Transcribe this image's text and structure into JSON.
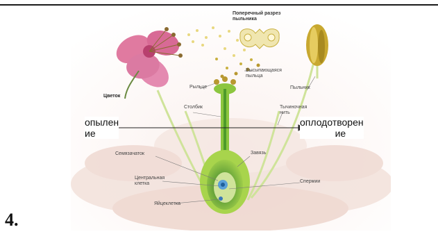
{
  "slide_number": "4.",
  "labels": {
    "flower": "Цветок",
    "anther_section": "Поперечный разрез\nпыльника",
    "spilling_pollen": "Высыпающаяся\nпыльца",
    "anther": "Пыльник",
    "stigma": "Рыльце",
    "style": "Столбик",
    "filament": "Тычиночная\nнить",
    "ovule": "Семязачаток",
    "ovary": "Завязь",
    "central_cell": "Центральная\nклетка",
    "sperm": "Спермии",
    "egg_cell": "Яйцеклетка"
  },
  "arrow": {
    "from": "опылен\nие",
    "to": "оплодотворен\n             ие"
  },
  "colors": {
    "petal_pink": "#e07aa0",
    "pollen_yellow": "#e8d880",
    "anther_gold": "#c8b040",
    "pistil_green": "#8cc63f",
    "background_petal": "#f3e3dd"
  }
}
